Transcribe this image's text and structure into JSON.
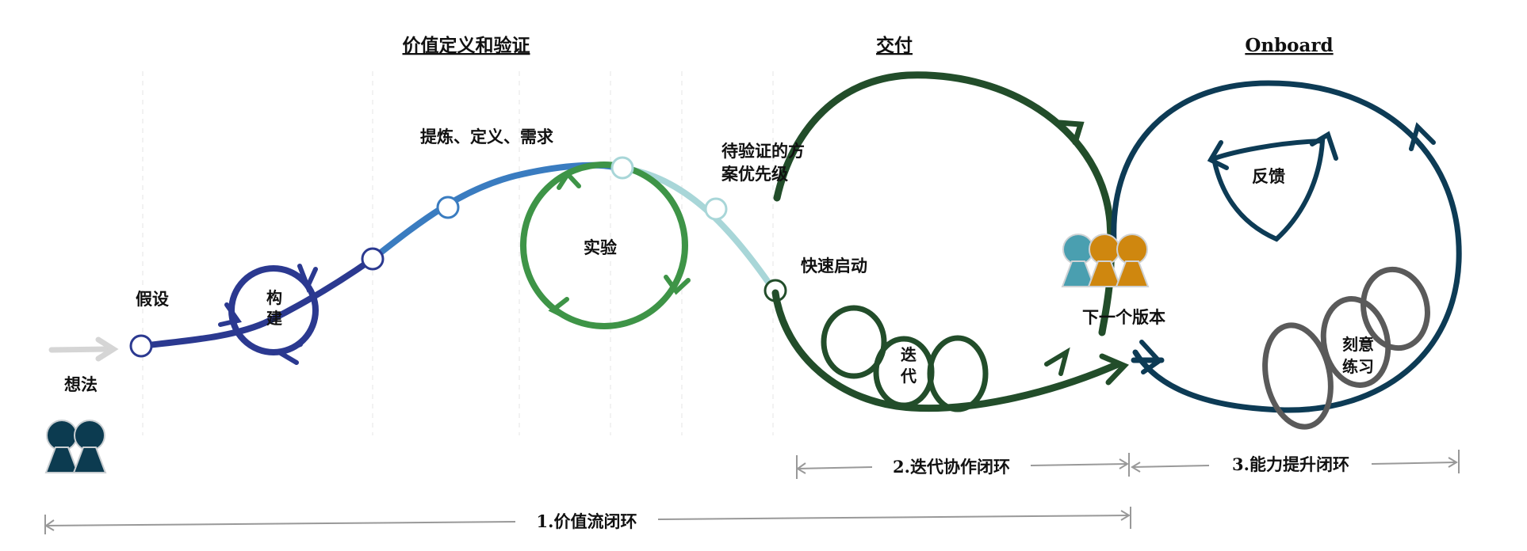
{
  "headers": {
    "value_definition": "价值定义和验证",
    "delivery": "交付",
    "onboard": "Onboard"
  },
  "labels": {
    "idea": "想法",
    "hypothesis": "假设",
    "build_1": "构",
    "build_2": "建",
    "refine": "提炼、定义、需求",
    "experiment": "实验",
    "pending_1": "待验证的方",
    "pending_2": "案优先级",
    "quick_start": "快速启动",
    "iterate_1": "迭",
    "iterate_2": "代",
    "next_version": "下一个版本",
    "feedback": "反馈",
    "practice_1": "刻意",
    "practice_2": "练习"
  },
  "loops": {
    "iteration_loop": "2.迭代协作闭环",
    "capability_loop": "3.能力提升闭环",
    "value_loop": "1.价值流闭环"
  },
  "colors": {
    "navy": "#2b3990",
    "blue": "#3a7cc0",
    "light_teal": "#a8d6d8",
    "green": "#3e9447",
    "dark_green": "#224d2a",
    "dark_teal": "#0d3b55",
    "grey_loop": "#5a5a5a",
    "person_dark": "#0c3b50",
    "person_teal": "#4a9fb0",
    "person_orange": "#cf870f"
  }
}
